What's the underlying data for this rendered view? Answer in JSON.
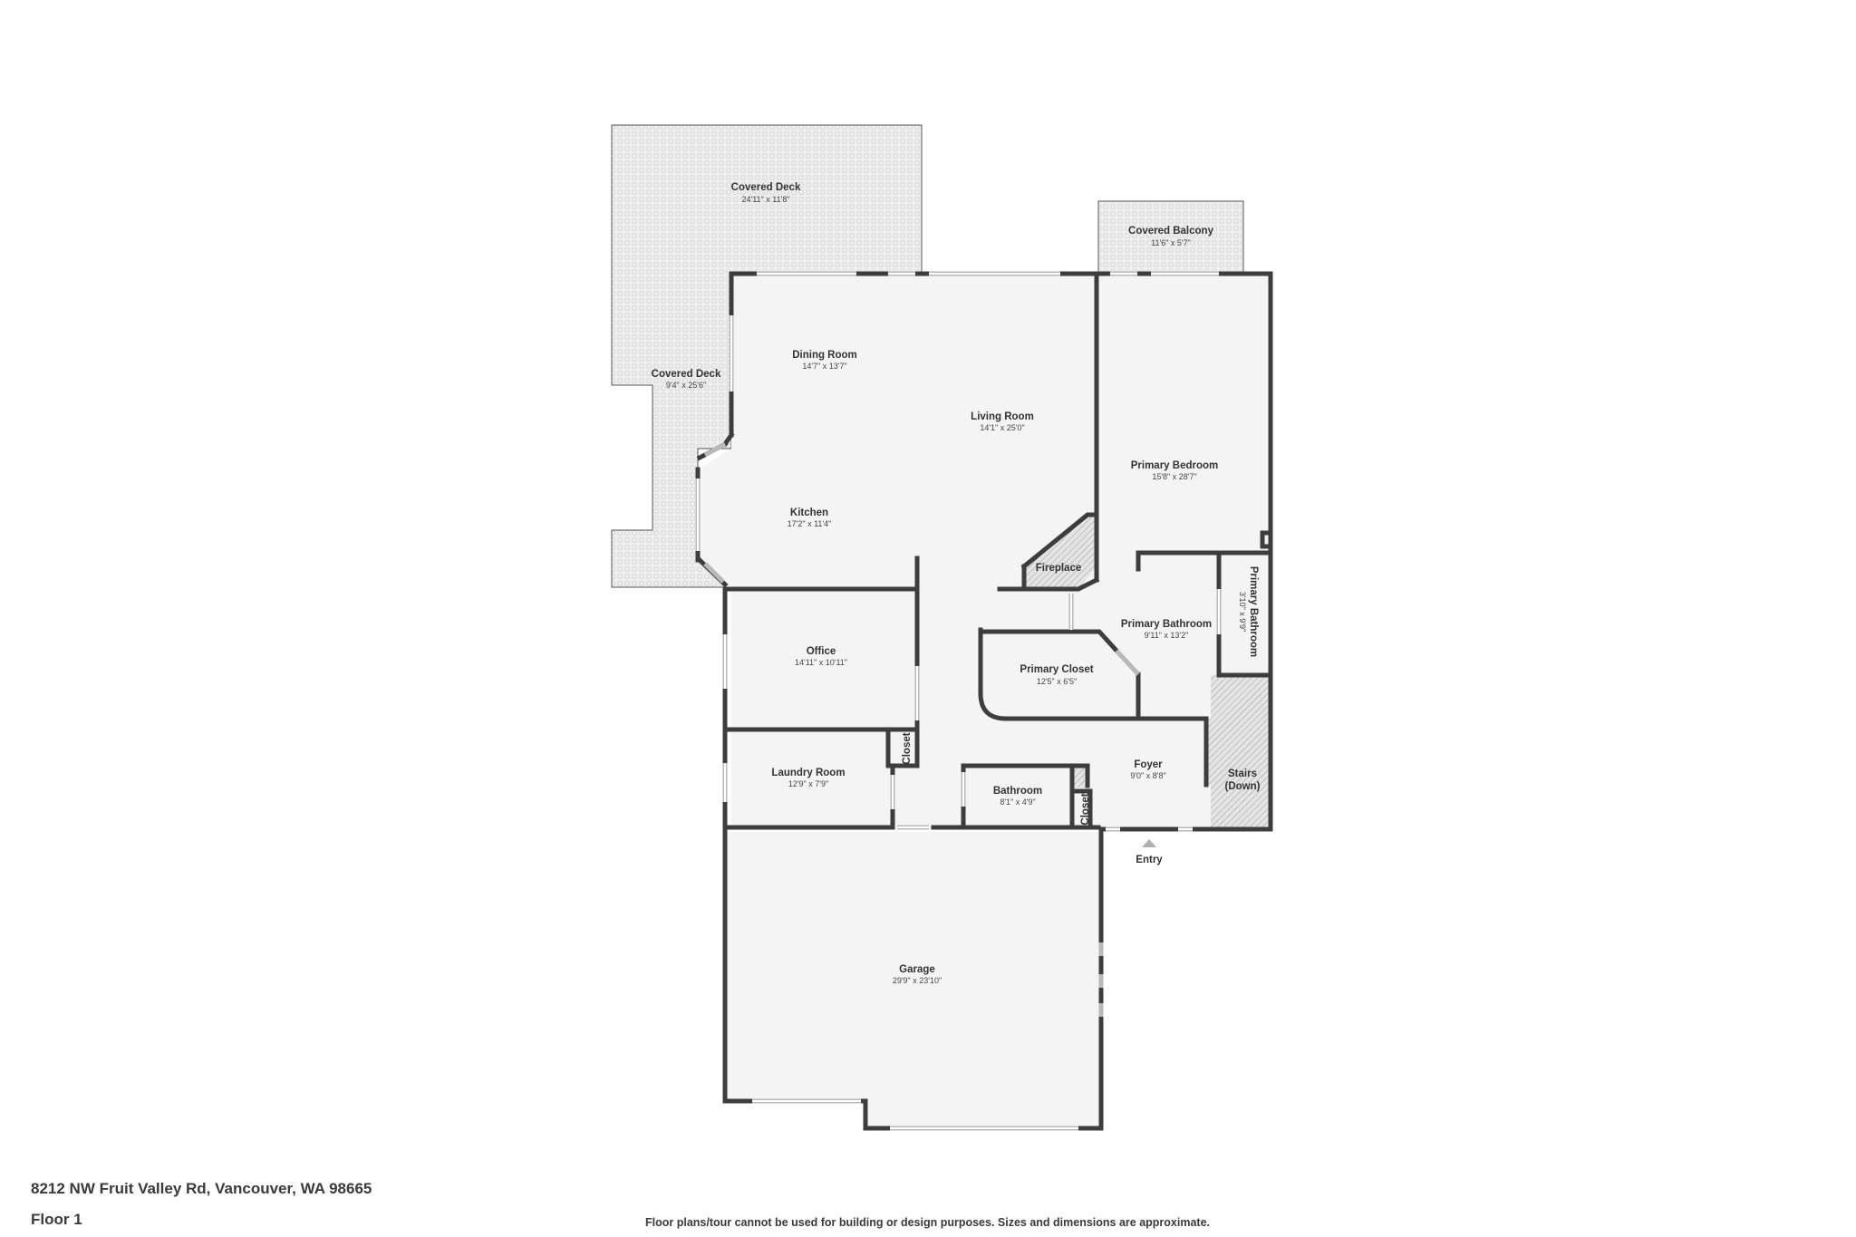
{
  "rooms": {
    "covered_deck_top": {
      "name": "Covered Deck",
      "dim": "24'11\" x 11'8\""
    },
    "covered_deck_side": {
      "name": "Covered Deck",
      "dim": "9'4\" x 25'6\""
    },
    "covered_balcony": {
      "name": "Covered Balcony",
      "dim": "11'6\" x 5'7\""
    },
    "dining_room": {
      "name": "Dining Room",
      "dim": "14'7\" x 13'7\""
    },
    "living_room": {
      "name": "Living Room",
      "dim": "14'1\" x 25'0\""
    },
    "primary_bedroom": {
      "name": "Primary Bedroom",
      "dim": "15'8\" x 28'7\""
    },
    "kitchen": {
      "name": "Kitchen",
      "dim": "17'2\" x 11'4\""
    },
    "fireplace": {
      "name": "Fireplace"
    },
    "primary_bathroom_small": {
      "name": "Primary Bathroom",
      "dim": "3'10\" x 9'9\""
    },
    "primary_bathroom": {
      "name": "Primary Bathroom",
      "dim": "9'11\" x 13'2\""
    },
    "office": {
      "name": "Office",
      "dim": "14'11\" x 10'11\""
    },
    "primary_closet": {
      "name": "Primary Closet",
      "dim": "12'5\" x 6'5\""
    },
    "closet_laundry": {
      "name": "Closet"
    },
    "foyer": {
      "name": "Foyer",
      "dim": "9'0\" x 8'8\""
    },
    "stairs": {
      "name": "Stairs",
      "sub": "(Down)"
    },
    "laundry_room": {
      "name": "Laundry Room",
      "dim": "12'9\" x 7'9\""
    },
    "bathroom": {
      "name": "Bathroom",
      "dim": "8'1\" x 4'9\""
    },
    "closet_entry": {
      "name": "Closet"
    },
    "entry": {
      "name": "Entry"
    },
    "garage": {
      "name": "Garage",
      "dim": "29'9\" x 23'10\""
    }
  },
  "footer": {
    "address": "8212 NW Fruit Valley Rd, Vancouver, WA 98665",
    "floor": "Floor 1",
    "disclaimer": "Floor plans/tour cannot be used for building or design purposes. Sizes and dimensions are approximate."
  },
  "colors": {
    "wall": "#3d3d3d",
    "room_fill": "#f4f4f4",
    "deck_fill": "#ececec",
    "window": "#b9b9b9",
    "hatch": "#9a9a9a"
  },
  "icons": {
    "entry_marker": "triangle-up-icon"
  }
}
